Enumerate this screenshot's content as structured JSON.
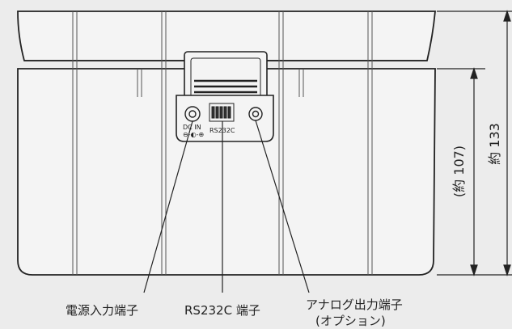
{
  "labels": {
    "power_input": "電源入力端子",
    "rs232c": "RS232C 端子",
    "analog_out_line1": "アナログ出力端子",
    "analog_out_line2": "(オプション)"
  },
  "panel_markings": {
    "dc_in": "DC IN",
    "rs232c": "RS232C"
  },
  "dimensions": {
    "inner": "(約 107)",
    "outer": "約 133"
  },
  "colors": {
    "line": "#222222",
    "background": "#ececec",
    "body": "#f4f4f4"
  }
}
